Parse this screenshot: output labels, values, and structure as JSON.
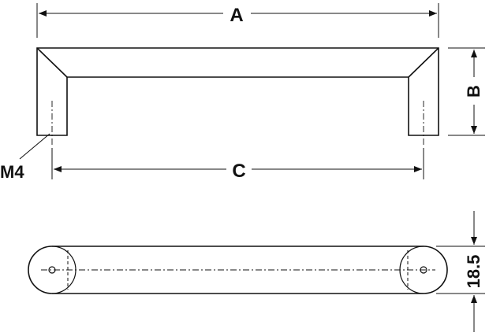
{
  "labels": {
    "dim_a": "A",
    "dim_b": "B",
    "dim_c": "C",
    "thread": "M4",
    "height": "18.5"
  },
  "colors": {
    "line": "#111111",
    "background": "#ffffff"
  }
}
